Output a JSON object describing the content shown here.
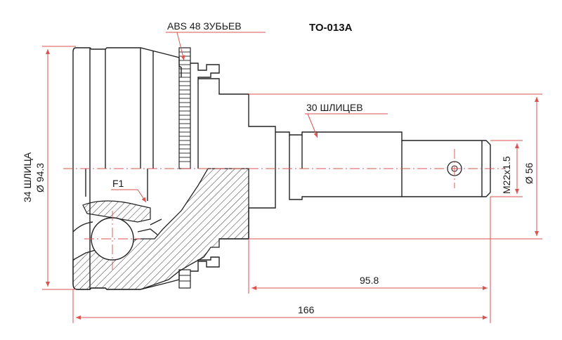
{
  "title": {
    "part_number": "TO-013A"
  },
  "labels": {
    "abs": "ABS 48 ЗУБЬЕВ",
    "outer_splines": "30 ШЛИЦЕВ",
    "f1": "F1",
    "inner_splines": "34 ШЛИЦА",
    "diameter_outer": "Ø 94.3",
    "thread": "M22x1.5",
    "diameter_stem": "Ø 56"
  },
  "dimensions": {
    "overall_length": "166",
    "stem_length": "95.8"
  },
  "colors": {
    "outline": "#222222",
    "dimension": "#d9534f",
    "hatch": "#333333"
  }
}
